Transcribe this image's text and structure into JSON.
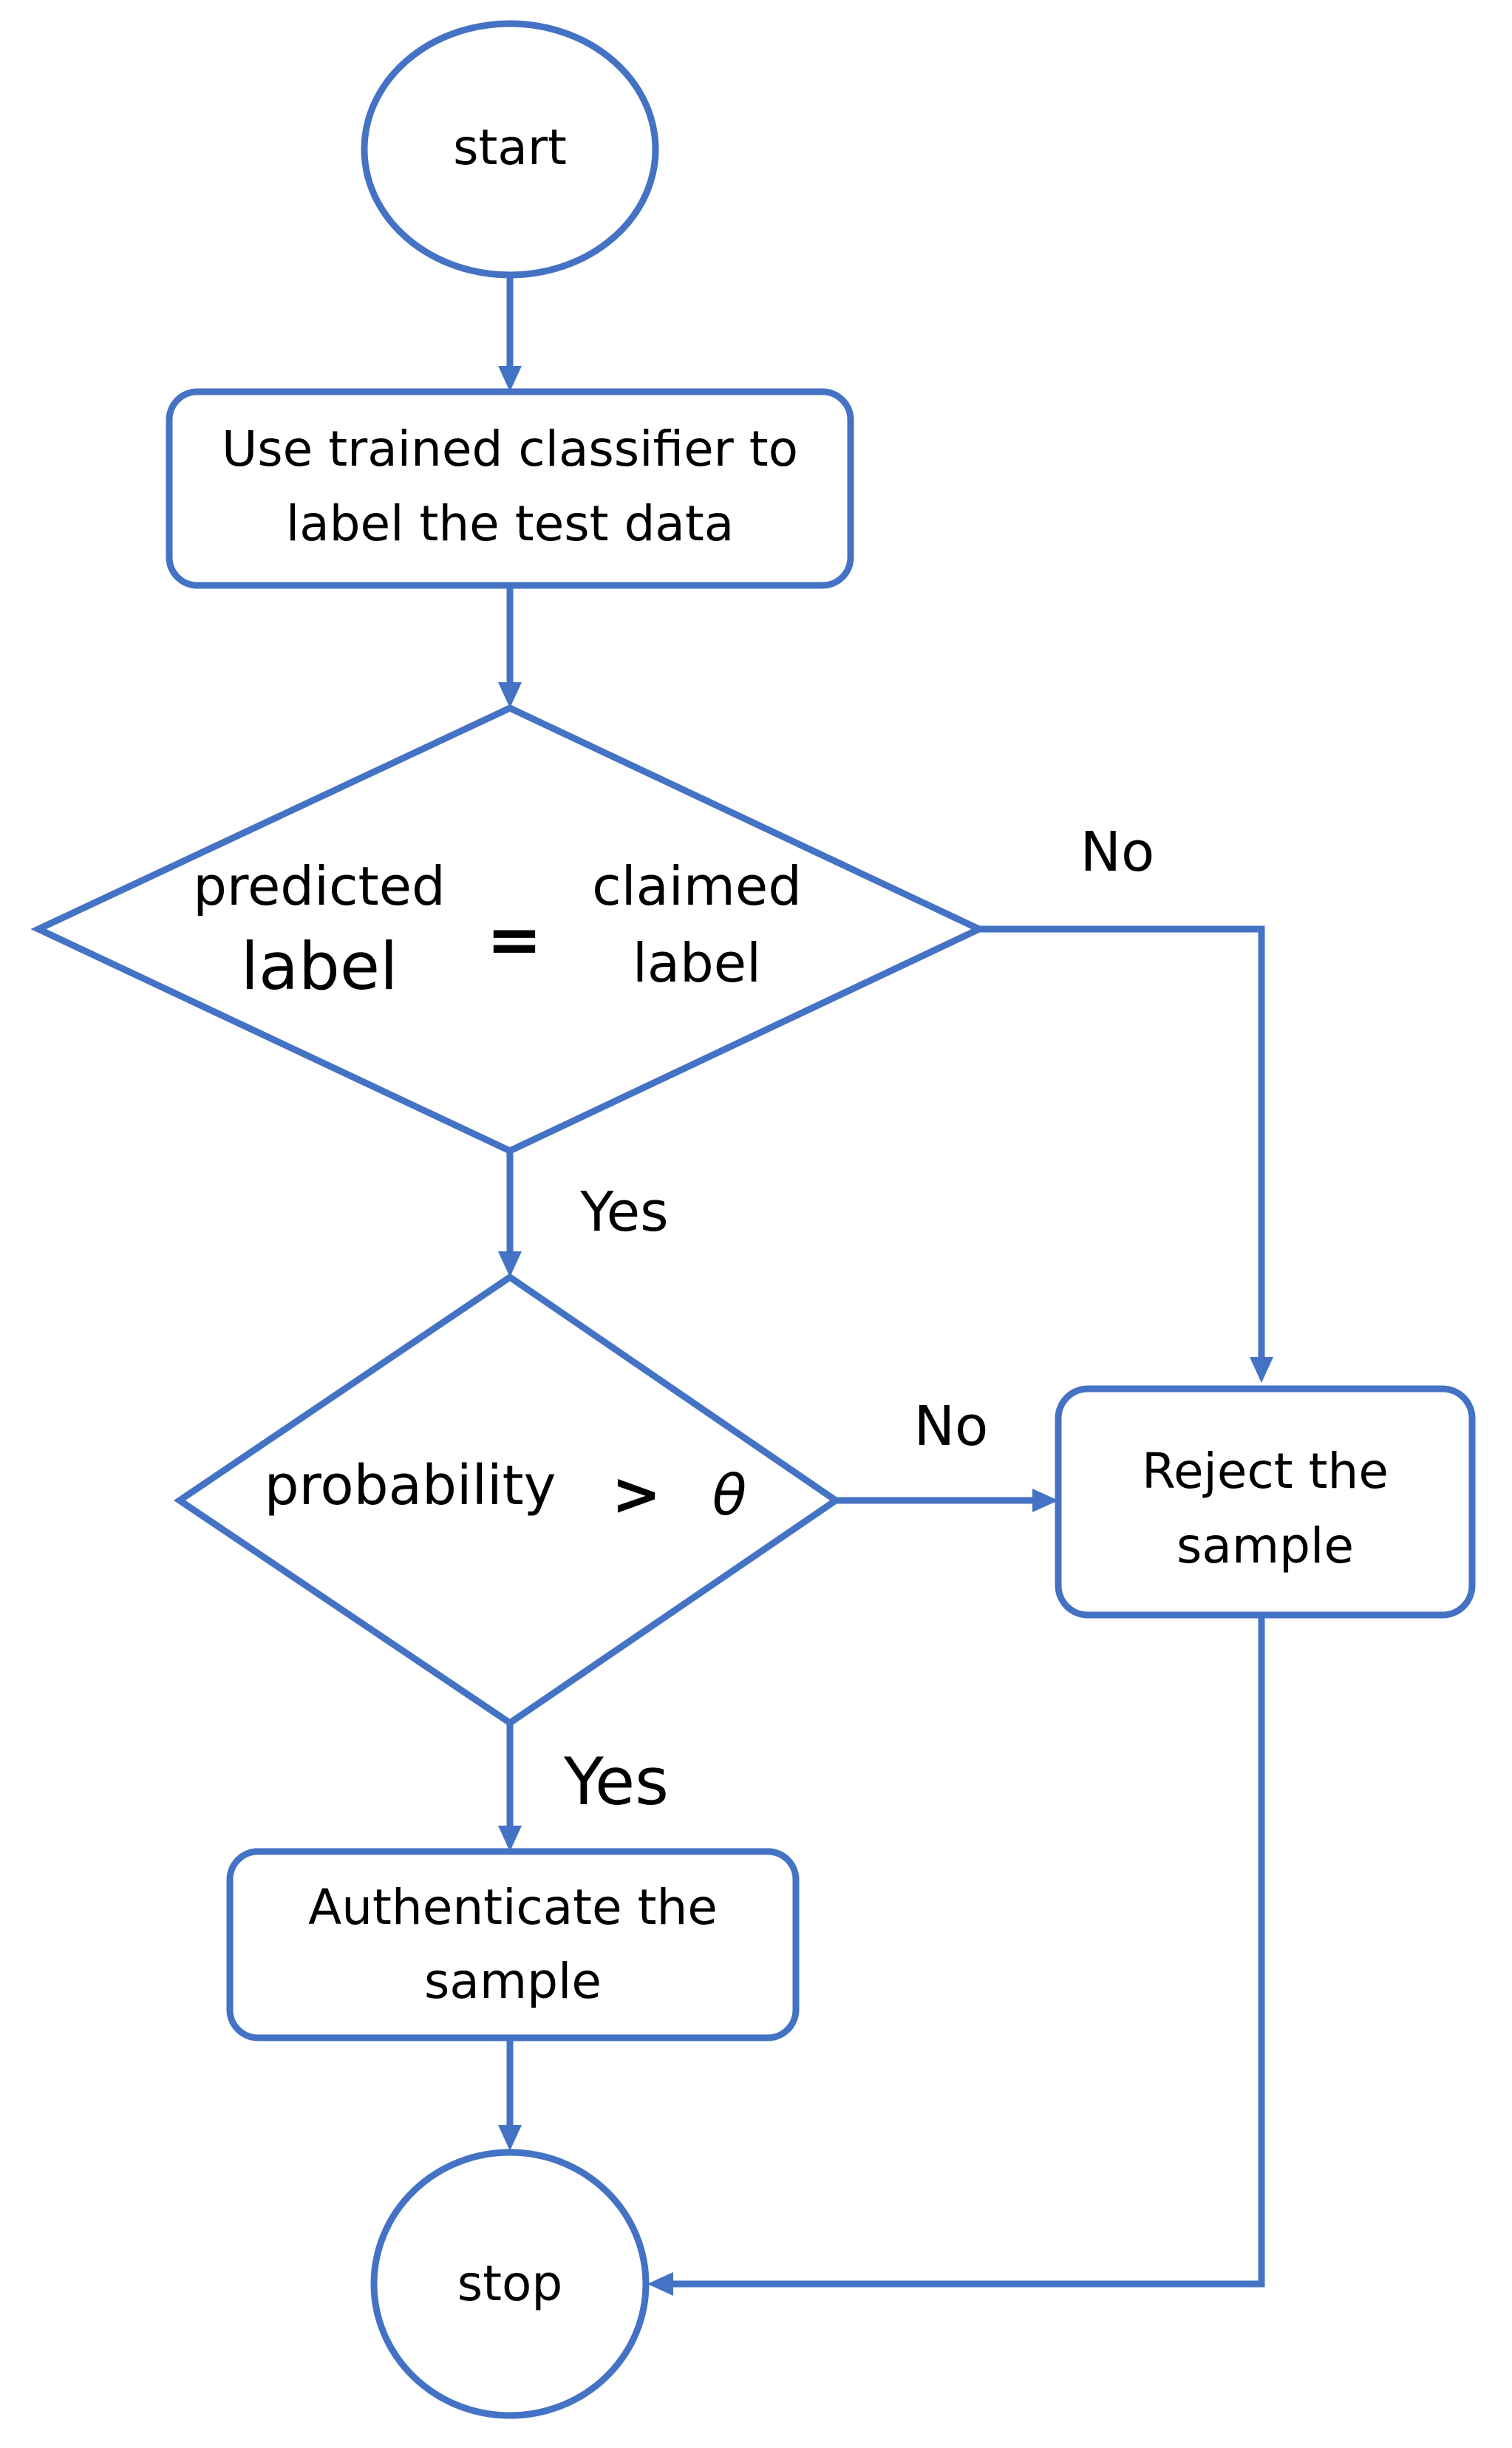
{
  "flowchart": {
    "start": "start",
    "classify_step": [
      "Use trained classifier to",
      "label the test data"
    ],
    "decision_label": {
      "left": [
        "predicted",
        "label"
      ],
      "operator": "=",
      "right": [
        "claimed",
        "label"
      ]
    },
    "decision_probability": {
      "left": "probability",
      "operator": ">",
      "threshold": "θ"
    },
    "reject_step": [
      "Reject the",
      "sample"
    ],
    "authenticate_step": [
      "Authenticate the",
      "sample"
    ],
    "stop": "stop",
    "edge_labels": {
      "label_match_no": "No",
      "label_match_yes": "Yes",
      "probability_no": "No",
      "probability_yes": "Yes"
    },
    "colors": {
      "stroke": "#4472C4",
      "fill": "#FFFFFF",
      "text": "#000000"
    }
  }
}
